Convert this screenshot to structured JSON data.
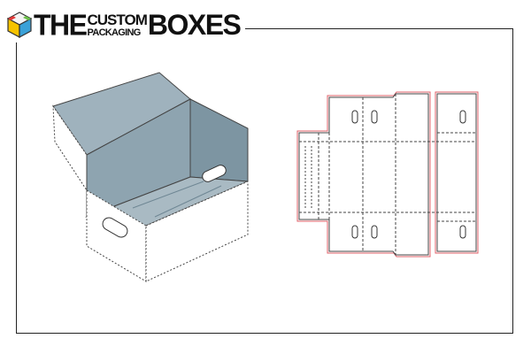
{
  "logo": {
    "word_the": "THE",
    "word_custom": "CUSTOM",
    "word_packaging": "PACKAGING",
    "word_boxes": "BOXES",
    "icon": "colored-box-icon"
  },
  "colors": {
    "interior": "#8ea4b0",
    "interior_dark": "#6f8794",
    "cutline": "#e0606a",
    "outline": "#444444",
    "frame": "#222222"
  }
}
